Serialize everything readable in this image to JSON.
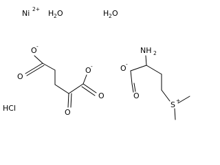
{
  "molecule": {
    "nickel": {
      "element": "Ni",
      "charge": "2+"
    },
    "water": [
      {
        "h": "H",
        "sub": "2",
        "o": "O"
      },
      {
        "h": "H",
        "sub": "2",
        "o": "O"
      }
    ],
    "hcl": "HCl",
    "ketoglutarate": {
      "oxygens": [
        "O",
        "O",
        "O",
        "O",
        "O"
      ],
      "charges": [
        "-",
        "-"
      ]
    },
    "methionine": {
      "amine": {
        "n": "NH",
        "sub": "2"
      },
      "oxygens": [
        "O",
        "O"
      ],
      "charge_o": "-",
      "sulfur": {
        "s": "S",
        "charge": "+"
      }
    }
  }
}
